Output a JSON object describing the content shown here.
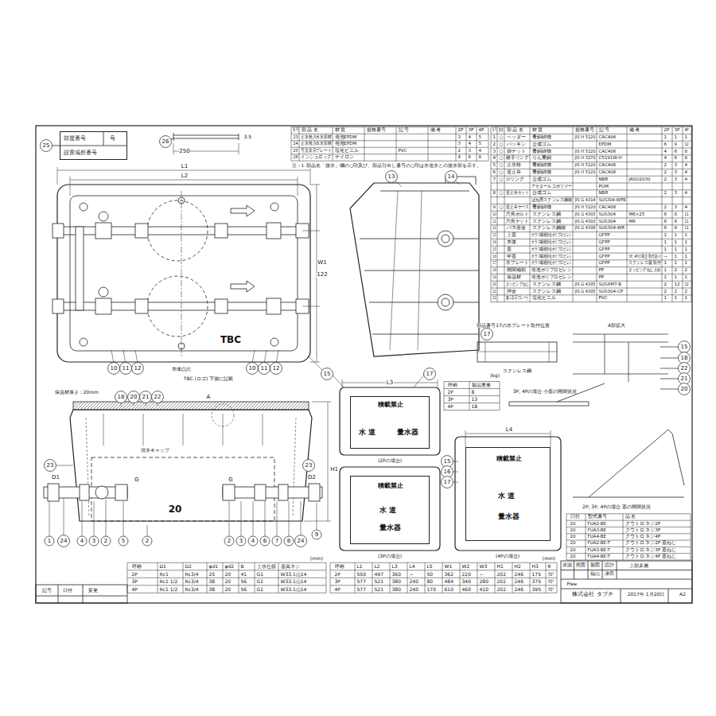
{
  "diagram": {
    "nodes": [
      {
        "text": [
          "部屋番号",
          "号",
          "設置場所番号"
        ]
      },
      {
        "text": [
          "積載禁止",
          "水 道",
          "量水器"
        ]
      },
      {
        "text": [
          "積載禁止",
          "水 道",
          "量水器"
        ]
      },
      {
        "text": [
          "積載禁止",
          "水 道",
          "量水器"
        ]
      }
    ],
    "labels": [
      "25",
      "26",
      "13",
      "14",
      "10",
      "11",
      "12",
      "10",
      "11",
      "12",
      "15",
      "17",
      "18",
      "20",
      "21",
      "22",
      "23",
      "23",
      "1",
      "24",
      "4",
      "3",
      "2",
      "5",
      "2",
      "2",
      "3",
      "4",
      "6",
      "7",
      "8",
      "24",
      "9",
      "15",
      "16",
      "17",
      "17",
      "15",
      "18",
      "22",
      "21",
      "20",
      "250",
      "3.5",
      "L1",
      "L2",
      "W1",
      "122",
      "TBC",
      "本体凸穴",
      "TBC (ロゴ) 下側に記載",
      "保温材厚さ：20mm",
      "A",
      "排水キャップ",
      "20",
      "G",
      "G",
      "D1",
      "D2",
      "H1",
      "L3",
      "L4",
      "(2Pの場合)",
      "(3Pの場合)",
      "(4Pの場合)",
      "部品番号17の水プレート取付位置",
      "A部拡大",
      "ステンレス鋼",
      "3P, 4Pの場合 小蓋の開閉状況",
      "2P, 3P, 4Pの場合 蓋の開閉状況",
      "(kg)",
      "(mm)",
      "(mm)",
      "注：1. 部品名「接水」欄の○印及び、部品引出し番号の○印は水道水との接水部を示す。",
      "符号",
      "部 品 名",
      "材 質",
      "規格番号",
      "記 号",
      "備 考",
      "2P",
      "3P",
      "4P",
      "23",
      "止水栓入出水部材",
      "発泡EPDM",
      "3",
      "4",
      "5",
      "24",
      "止水栓入出水部材",
      "発泡EPDM",
      "3",
      "4",
      "5",
      "25",
      "号室表示プレート",
      "塩化ビニル",
      "PVC",
      "2",
      "3",
      "4",
      "26",
      "インシュロック",
      "ナイロン",
      "4",
      "6",
      "8",
      "符号",
      "接水",
      "部 品 名",
      "材 質",
      "規格番号",
      "記 号",
      "備 考",
      "2P",
      "3P",
      "4P",
      "1",
      "○",
      "ヘッダー",
      "青銅鋳物",
      "JIS H 5120",
      "CAC406",
      "1",
      "1",
      "1",
      "2",
      "○",
      "パッキン",
      "合成ゴム",
      "EPDM",
      "6",
      "9",
      "12",
      "3",
      "○",
      "袋ナット",
      "青銅鋳物",
      "JIS H 5120",
      "CAC406",
      "4",
      "6",
      "8",
      "4",
      "○",
      "継手リング",
      "りん青銅",
      "JIS H 3270",
      "C5191W-H",
      "4",
      "6",
      "8",
      "5",
      "○",
      "止水栓",
      "青銅鋳物",
      "JIS H 5120",
      "CAC406",
      "2",
      "3",
      "4",
      "6",
      "○",
      "逆止弁",
      "青銅鋳物",
      "JIS H 5120",
      "CAC406",
      "2",
      "3",
      "4",
      "7",
      "○",
      "Oリング",
      "合成ゴム",
      "NBR",
      "JASO2030",
      "2",
      "3",
      "4",
      "アセタールコポリマー",
      "POM",
      "8",
      "○",
      "逆止弁セット",
      "合成ゴム",
      "NBR",
      "2",
      "3",
      "4",
      "ばね用ステンレス鋼線",
      "JIS G 4314",
      "SUS304-WPB",
      "9",
      "○",
      "逆止弁ケース",
      "青銅鋳物",
      "JIS H 5120",
      "CAC406",
      "2",
      "3",
      "4",
      "10",
      "六角ボルト",
      "ステンレス鋼",
      "JIS G 4303",
      "SUS304",
      "M6×25",
      "6",
      "8",
      "11",
      "11",
      "六角ナット",
      "ステンレス鋼",
      "JIS G 4303",
      "SUS304",
      "M6",
      "6",
      "8",
      "11",
      "12",
      "バネ座金",
      "ステンレス鋼線",
      "JIS G 4308",
      "SUS304-WR",
      "6",
      "8",
      "11",
      "13",
      "上蓋",
      "ガラス繊維強化ポリプロピレン",
      "GFPP",
      "1",
      "1",
      "1",
      "14",
      "本体",
      "ガラス繊維強化ポリプロピレン",
      "GFPP",
      "1",
      "1",
      "1",
      "15",
      "蓋",
      "ガラス繊維強化ポリプロピレン",
      "GFPP",
      "1",
      "1",
      "1",
      "16",
      "中蓋",
      "ガラス繊維強化ポリプロピレン",
      "GFPP",
      "3P, 4Pの場合 取付あり",
      "−",
      "1",
      "1",
      "17",
      "水プレート",
      "ガラス繊維強化ポリプロピレン",
      "GFPP",
      "ステンレス製 取付",
      "1",
      "1",
      "1",
      "18",
      "開閉補助",
      "発泡ポリプロピレン",
      "PP",
      "タッピングねじ止め",
      "1",
      "2",
      "2",
      "19",
      "保温材",
      "発泡ポリプロピレン",
      "PP",
      "1",
      "1",
      "1",
      "20",
      "タッピングねじ",
      "ステンレス鋼",
      "JIS G 4305",
      "SUSXM7-B",
      "2",
      "12",
      "12",
      "21",
      "押金",
      "ステンレス鋼",
      "JIS G 4305",
      "SUS304-CP",
      "2",
      "2",
      "2",
      "22",
      "施工表示プレート",
      "塩化ビニル",
      "PVC",
      "1",
      "1",
      "1",
      "呼称",
      "製品重量",
      "2P",
      "8",
      "3P",
      "13",
      "4P",
      "18",
      "口径",
      "型式番号",
      "品 名",
      "20",
      "FUA2-BE",
      "クウトロ ネジ2P",
      "20",
      "FUA3-BE",
      "クウトロ ネジ3P",
      "20",
      "FUA4-BE",
      "クウトロ ネジ4P",
      "20",
      "FUA2-BE-T",
      "クウトロ ネジ2P 蓋ねじ",
      "20",
      "FUA3-BE-T",
      "クウトロ ネジ3P 蓋ねじ",
      "20",
      "FUA4-BE-T",
      "クウトロ ネジ4P 蓋ねじ",
      "呼称",
      "D1",
      "D2",
      "φd1",
      "φd2",
      "B",
      "上水仕様",
      "器具ネジ",
      "2P",
      "Rc1",
      "Rc3/4",
      "25",
      "20",
      "41",
      "G1",
      "W33.1山14",
      "3P",
      "Rc1 1/2",
      "Rc3/4",
      "38",
      "20",
      "56",
      "G1",
      "W33.1山14",
      "4P",
      "Rc1 1/2",
      "Rc3/4",
      "38",
      "20",
      "56",
      "G1",
      "W33.1山14",
      "呼称",
      "L1",
      "L2",
      "L3",
      "L4",
      "L5",
      "W1",
      "W2",
      "W3",
      "H1",
      "H2",
      "H3",
      "θ",
      "2P",
      "550",
      "497",
      "360",
      "−",
      "50",
      "362",
      "220",
      "−",
      "202",
      "246",
      "175",
      "70°",
      "3P",
      "577",
      "521",
      "380",
      "240",
      "80",
      "484",
      "340",
      "280",
      "202",
      "246",
      "375",
      "70°",
      "4P",
      "577",
      "521",
      "380",
      "240",
      "170",
      "610",
      "460",
      "410",
      "202",
      "246",
      "395",
      "70°",
      "承認",
      "照図",
      "製図",
      "設計",
      "上部多層",
      "福山",
      "津田",
      "Free",
      "株式会社 タブチ",
      "2017年 1月20日",
      "A2",
      "記号",
      "日付",
      "変更"
    ]
  }
}
